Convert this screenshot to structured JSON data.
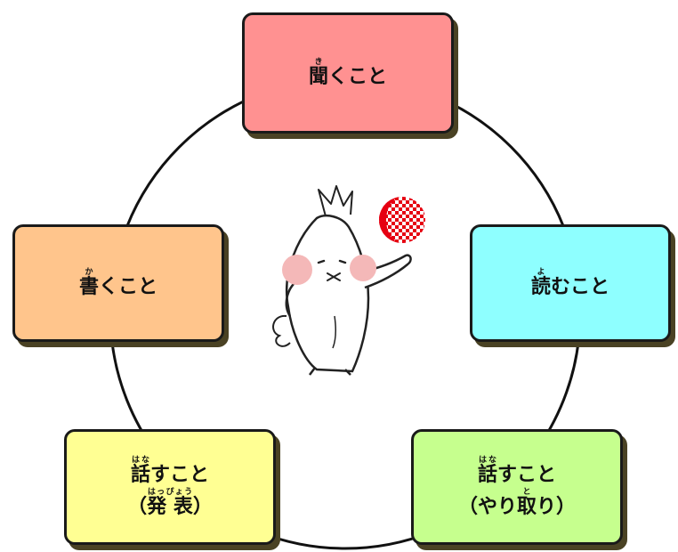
{
  "skills": {
    "listening": {
      "kanji": "聞",
      "furigana": "き",
      "rest": "くこと",
      "color": "#ff9191"
    },
    "reading": {
      "kanji": "読",
      "furigana": "よ",
      "rest": "むこと",
      "color": "#8effff"
    },
    "writing": {
      "kanji": "書",
      "furigana": "か",
      "rest": "くこと",
      "color": "#ffc58c"
    },
    "speaking_presentation": {
      "kanji": "話",
      "furigana": "はな",
      "rest": "すこと",
      "line2_open": "（",
      "line2_kanji": "発 表",
      "line2_furigana": "はっぴょう",
      "line2_close": "）",
      "color": "#ffff93"
    },
    "speaking_interaction": {
      "kanji": "話",
      "furigana": "はな",
      "rest": "すこと",
      "line2_open": "（やり",
      "line2_kanji": "取",
      "line2_furigana": "と",
      "line2_close": "り）",
      "color": "#c6ff8e"
    }
  }
}
